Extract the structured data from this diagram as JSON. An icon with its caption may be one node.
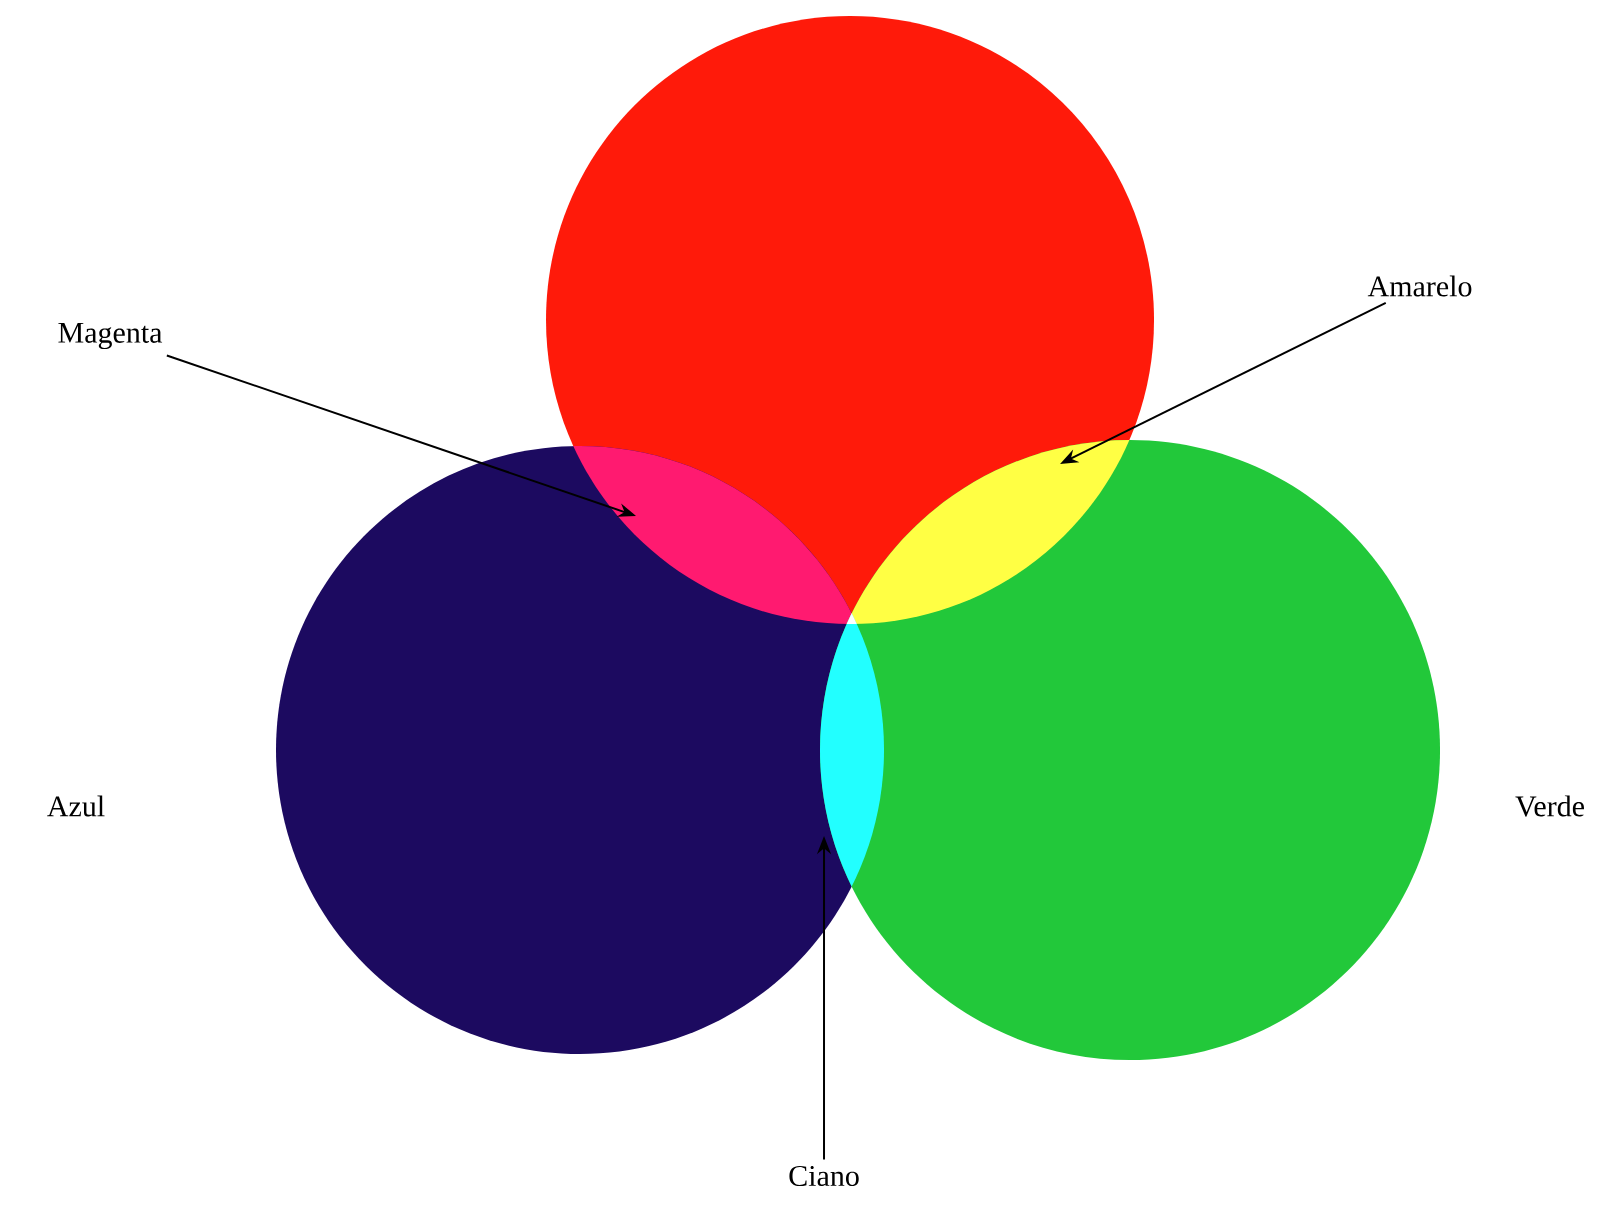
{
  "diagram": {
    "nodes": [
      {
        "text": [
          "Magenta"
        ]
      },
      {
        "text": [
          "Amarelo"
        ]
      },
      {
        "text": [
          "Ciano"
        ]
      }
    ],
    "edges": [
      {
        "from": 0,
        "to": null,
        "arrow": "to"
      },
      {
        "from": 1,
        "to": null,
        "arrow": "to"
      },
      {
        "from": 2,
        "to": null,
        "arrow": "to"
      }
    ],
    "labels": [
      "Azul",
      "Verde"
    ]
  }
}
